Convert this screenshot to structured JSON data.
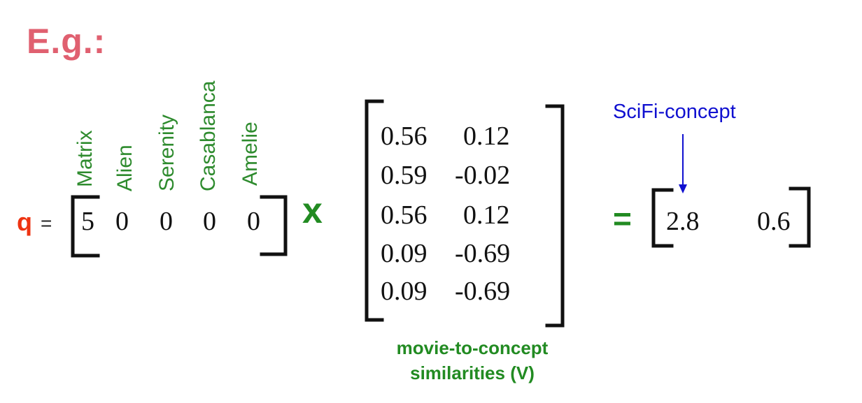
{
  "title": "E.g.:",
  "query": {
    "symbol": "q",
    "equals": "=",
    "movies": [
      "Matrix",
      "Alien",
      "Serenity",
      "Casablanca",
      "Amelie"
    ],
    "values": [
      "5",
      "0",
      "0",
      "0",
      "0"
    ]
  },
  "multiply_sign": "x",
  "matrix_v": {
    "rows": [
      [
        "0.56",
        "0.12"
      ],
      [
        "0.59",
        "-0.02"
      ],
      [
        "0.56",
        "0.12"
      ],
      [
        "0.09",
        "-0.69"
      ],
      [
        "0.09",
        "-0.69"
      ]
    ],
    "caption_line1": "movie-to-concept",
    "caption_line2": "similarities (V)"
  },
  "result": {
    "equals": "=",
    "values": [
      "2.8",
      "0.6"
    ],
    "annotation": "SciFi-concept"
  },
  "colors": {
    "title": "#e06070",
    "query_symbol": "#ee3311",
    "green": "#228b22",
    "annotation_blue": "#1010d0",
    "bracket": "#111111"
  }
}
